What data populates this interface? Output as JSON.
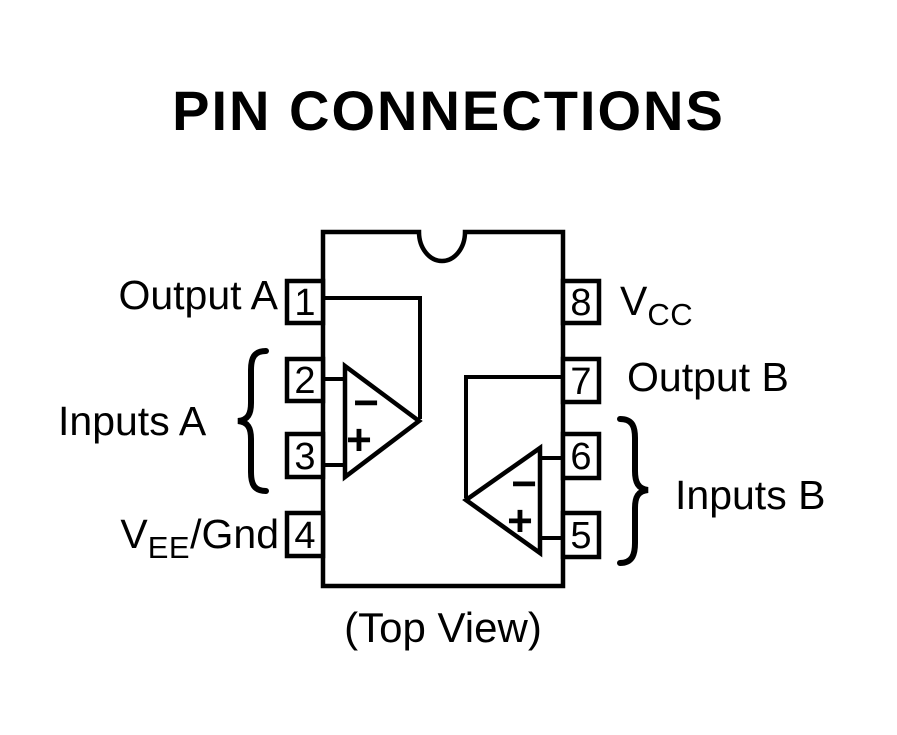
{
  "title": "PIN CONNECTIONS",
  "caption": "(Top View)",
  "colors": {
    "ink": "#000000",
    "background": "#ffffff"
  },
  "pins": {
    "p1": "1",
    "p2": "2",
    "p3": "3",
    "p4": "4",
    "p5": "5",
    "p6": "6",
    "p7": "7",
    "p8": "8"
  },
  "labels": {
    "output_a": "Output A",
    "inputs_a": "Inputs A",
    "vee": {
      "main": "V",
      "sub": "EE",
      "rest": "/Gnd"
    },
    "vcc": {
      "main": "V",
      "sub": "CC"
    },
    "output_b": "Output B",
    "inputs_b": "Inputs B"
  },
  "opamp_symbols": {
    "inverting": "−",
    "noninverting": "+"
  }
}
